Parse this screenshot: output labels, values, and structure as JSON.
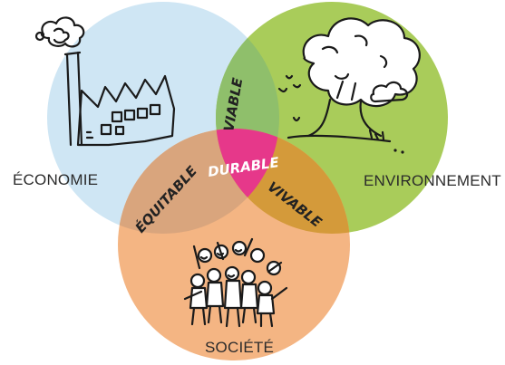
{
  "diagram": {
    "circles": {
      "economie": {
        "label": "ÉCONOMIE",
        "color": "#cfe6f4"
      },
      "environnement": {
        "label": "ENVIRONNEMENT",
        "color": "#a9cc5a"
      },
      "societe": {
        "label": "SOCIÉTÉ",
        "color": "#f4b583"
      }
    },
    "overlaps": {
      "economie_environnement": {
        "label": "VIABLE",
        "color": "#8fbf6b"
      },
      "economie_societe": {
        "label": "ÉQUITABLE",
        "color": "#d9a57d"
      },
      "environnement_societe": {
        "label": "VIVABLE",
        "color": "#d49a3a"
      },
      "center": {
        "label": "DURABLE",
        "color": "#e6388a"
      }
    },
    "illustrations": {
      "economie": "factory-icon",
      "environnement": "tree-icon",
      "societe": "crowd-icon"
    }
  }
}
